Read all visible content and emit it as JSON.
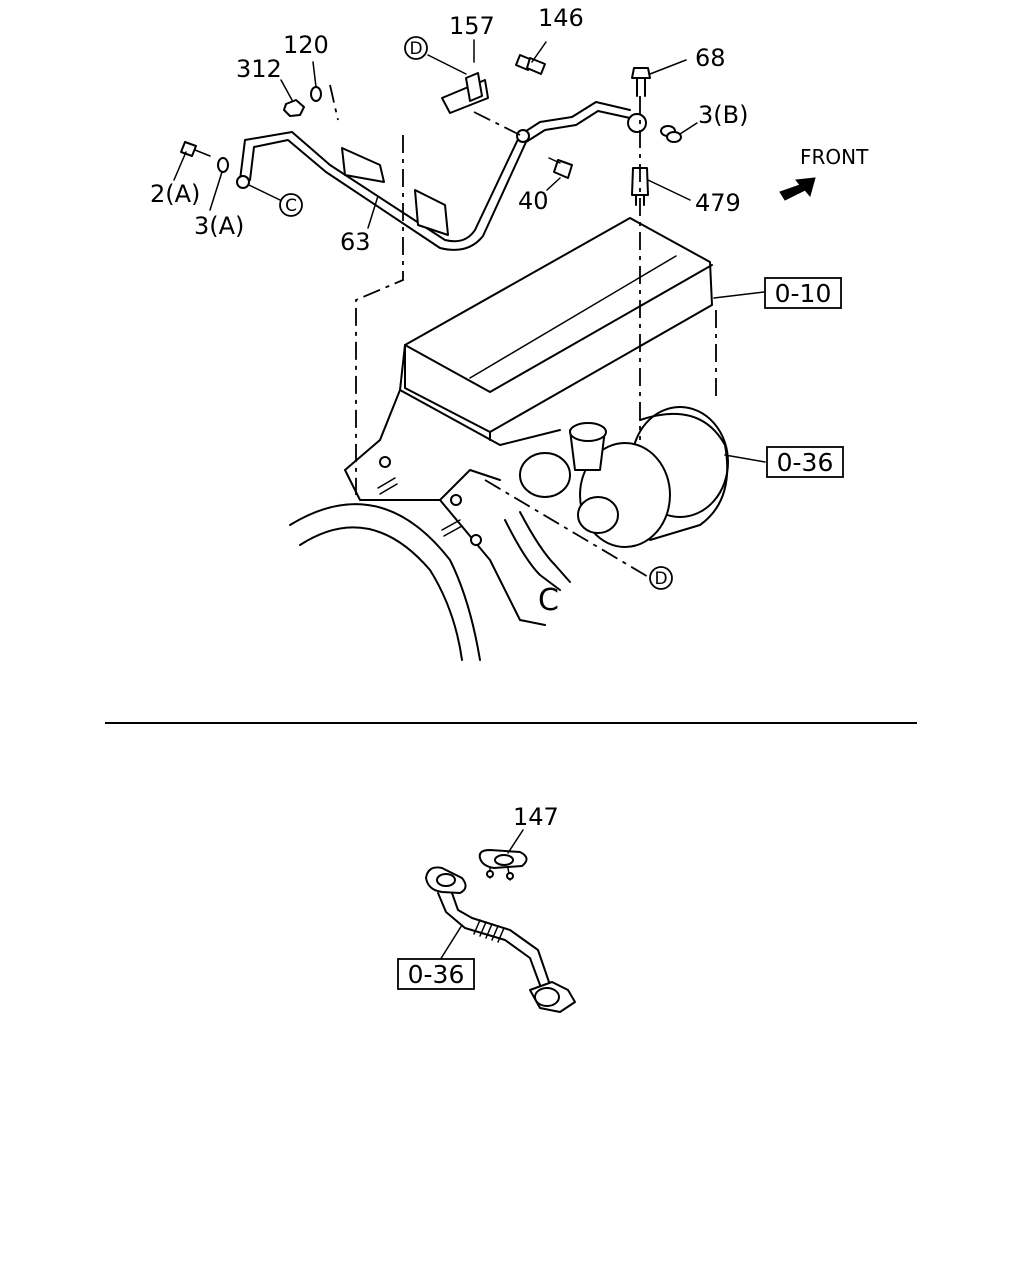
{
  "diagram": {
    "callouts": {
      "c157": "157",
      "c146": "146",
      "c120": "120",
      "c312": "312",
      "c68": "68",
      "c3b": "3(B)",
      "c2a": "2(A)",
      "c3a": "3(A)",
      "c40": "40",
      "c479": "479",
      "c63": "63",
      "c147": "147"
    },
    "refs": {
      "d_top": "D",
      "d_bottom": "D",
      "c_left": "C",
      "c_engine": "C"
    },
    "section_refs": {
      "r010": "0-10",
      "r036_top": "0-36",
      "r036_bottom": "0-36"
    },
    "front_label": "FRONT"
  }
}
